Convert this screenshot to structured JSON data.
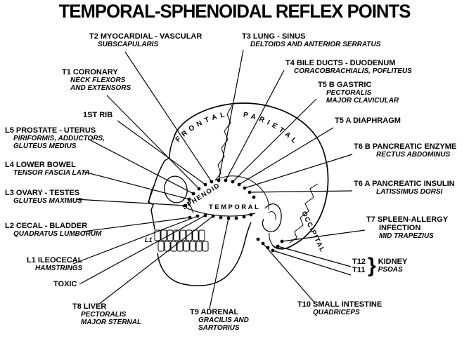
{
  "title": "TEMPORAL-SPHENOIDAL REFLEX POINTS",
  "regions": {
    "frontal": "FRONTAL",
    "parietal": "PARIETAL",
    "sphenoid": "SPHENOID",
    "temporal": "TEMPORAL",
    "occipital": "OCCIPITAL"
  },
  "inline_label": "L1",
  "labels": {
    "t2": {
      "title": "T2 MYOCARDIAL - VASCULAR",
      "sub1": "SUBSCAPULARIS"
    },
    "t3": {
      "title": "T3 LUNG - SINUS",
      "sub1": "DELTOIDS AND ANTERIOR SERRATUS"
    },
    "t1": {
      "title": "T1 CORONARY",
      "sub1": "NECK FLEXORS",
      "sub2": "AND EXTENSORS"
    },
    "t4": {
      "title": "T4 BILE DUCTS - DUODENUM",
      "sub1": "CORACOBRACHIALIS, POFLITEUS"
    },
    "t5b": {
      "title": "T5 B GASTRIC",
      "sub1": "PECTORALIS",
      "sub2": "MAJOR CLAVICULAR"
    },
    "rib1": {
      "title": "1ST RIB"
    },
    "t5a": {
      "title": "T5 A DIAPHRAGM"
    },
    "l5": {
      "title": "L5 PROSTATE - UTERUS",
      "sub1": "PIRIFORMIS, ADDUCTORS,",
      "sub2": "GLUTEUS MEDIUS"
    },
    "t6b": {
      "title": "T6 B PANCREATIC ENZYME",
      "sub1": "RECTUS ABDOMINUS"
    },
    "l4": {
      "title": "L4 LOWER BOWEL",
      "sub1": "TENSOR FASCIA LATA"
    },
    "t6a": {
      "title": "T6 A PANCREATIC INSULIN",
      "sub1": "LATISSIMUS DORSI"
    },
    "l3": {
      "title": "L3 OVARY - TESTES",
      "sub1": "GLUTEUS MAXIMUS"
    },
    "t7": {
      "title": "T7 SPLEEN-ALLERGY",
      "sub1": "INFECTION",
      "sub2": "MID TRAPEZIUS"
    },
    "l2": {
      "title": "L2 CECAL - BLADDER",
      "sub1": "QUADRATUS LUMBORUM"
    },
    "l1": {
      "title": "L1 ILEOCECAL",
      "sub1": "HAMSTRINGS"
    },
    "toxic": {
      "title": "TOXIC"
    },
    "t8": {
      "title": "T8 LIVER",
      "sub1": "PECTORALIS",
      "sub2": "MAJOR STERNAL"
    },
    "t9": {
      "title": "T9 ADRENAL",
      "sub1": "GRACILIS AND",
      "sub2": "SARTORIUS"
    },
    "t10": {
      "title": "T10 SMALL INTESTINE",
      "sub1": "QUADRICEPS"
    },
    "kidney": {
      "t12": "T12",
      "t11": "T11",
      "brace": "}",
      "name": "KIDNEY",
      "sub1": "PSOAS"
    }
  }
}
